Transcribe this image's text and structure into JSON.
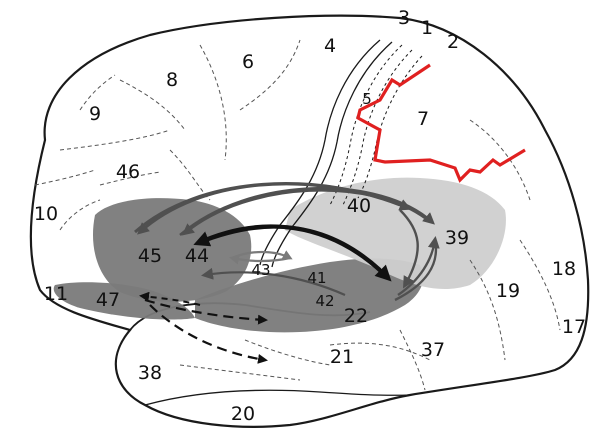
{
  "colors": {
    "outline": "#1a1a1a",
    "sulcus": "#555555",
    "region_dark": "#7a7a7a",
    "region_light": "#cfcfcf",
    "highlight": "#e02020",
    "arrow_dark": "#111111",
    "arrow_mid": "#505050",
    "arrow_light": "#7a7a7a"
  },
  "areas": {
    "a1": "1",
    "a2": "2",
    "a3": "3",
    "a4": "4",
    "a5": "5",
    "a6": "6",
    "a7": "7",
    "a8": "8",
    "a9": "9",
    "a10": "10",
    "a11": "11",
    "a17": "17",
    "a18": "18",
    "a19": "19",
    "a20": "20",
    "a21": "21",
    "a22": "22",
    "a37": "37",
    "a38": "38",
    "a39": "39",
    "a40": "40",
    "a41": "41",
    "a42": "42",
    "a43": "43",
    "a44": "44",
    "a45": "45",
    "a46": "46",
    "a47": "47"
  }
}
